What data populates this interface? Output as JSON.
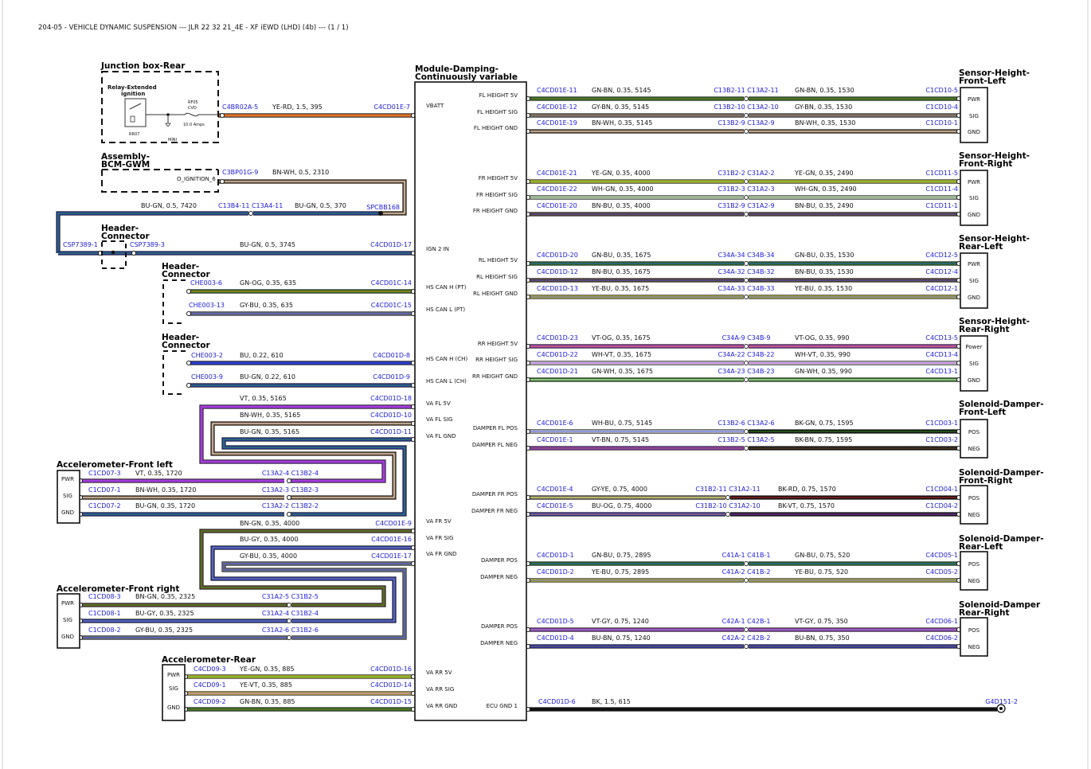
{
  "header": {
    "title": "204-05 - VEHICLE DYNAMIC SUSPENSION --- JLR 22 32 21_4E - XF iEWD (LHD) (4b) --- (1 / 1)"
  },
  "colors": {
    "BN": "#7a5430",
    "GN": "#2f8a1c",
    "YE": "#e6dd3a",
    "GY": "#8a8a8a",
    "WH": "#f4f4f4",
    "BU": "#2a3fd2",
    "VT": "#a43cde",
    "OG": "#e0742a",
    "RD": "#d02020",
    "BK": "#111111",
    "label_blue": "#1a1adf"
  },
  "module": {
    "title_line1": "Module-Damping-",
    "title_line2": "Continuously variable",
    "pins": [
      "VBATT",
      "IGN 2 IN",
      "HS CAN H (PT)",
      "HS CAN L (PT)",
      "HS CAN H (CH)",
      "HS CAN L (CH)",
      "VA FL 5V",
      "VA FL SIG",
      "VA FL GND",
      "VA FR 5V",
      "VA FR SIG",
      "VA FR GND",
      "VA RR 5V",
      "VA RR SIG",
      "VA RR GND",
      "FL HEIGHT 5V",
      "FL HEIGHT SIG",
      "FL HEIGHT GND",
      "FR HEIGHT 5V",
      "FR HEIGHT SIG",
      "FR HEIGHT GND",
      "RL HEIGHT 5V",
      "RL HEIGHT SIG",
      "RL HEIGHT GND",
      "RR HEIGHT 5V",
      "RR HEIGHT SIG",
      "RR HEIGHT GND",
      "DAMPER FL POS",
      "DAMPER FL NEG",
      "DAMPER FR POS",
      "DAMPER FR NEG",
      "DAMPER POS",
      "DAMPER NEG",
      "DAMPER POS",
      "DAMPER NEG",
      "ECU GND 1"
    ]
  },
  "left_components": {
    "junction_box": {
      "title": "Junction box-Rear",
      "relay_line1": "Relay-Extended",
      "relay_line2": "ignition",
      "relay_code": "RR07",
      "fuse_code": "RF05",
      "fuse_label": "CVD",
      "fuse_rating": "10.0 Amps",
      "mini": "MINI"
    },
    "bcm": {
      "title_line1": "Assembly-",
      "title_line2": "BCM-GWM",
      "pin": "O_IGNITION_6"
    },
    "header_connector_1": {
      "title_line1": "Header-",
      "title_line2": "Connector"
    },
    "header_connector_2": {
      "title_line1": "Header-",
      "title_line2": "Connector"
    },
    "header_connector_3": {
      "title_line1": "Header-",
      "title_line2": "Connector"
    },
    "accel_fl": {
      "title": "Accelerometer-Front left",
      "pins": [
        "PWR",
        "SIG",
        "GND"
      ]
    },
    "accel_fr": {
      "title": "Accelerometer-Front right",
      "pins": [
        "PWR",
        "SIG",
        "GND"
      ]
    },
    "accel_rear": {
      "title": "Accelerometer-Rear",
      "pins": [
        "PWR",
        "SIG",
        "GND"
      ]
    }
  },
  "left_wires": [
    {
      "from": "C4BR02A-5",
      "spec": "YE-RD, 1.5, 395",
      "to": "C4CD01E-7",
      "colors": [
        "OG"
      ]
    },
    {
      "from": "C3BP01G-9",
      "spec": "BN-WH, 0.5, 2310",
      "to": "",
      "colors": [
        "BN",
        "WH"
      ]
    },
    {
      "from": "",
      "spec": "BU-GN, 0.5, 7420",
      "to": "",
      "colors": [
        "BU",
        "GN"
      ]
    },
    {
      "from": "C13B4-11 C13A4-11",
      "spec": "BU-GN, 0.5, 370",
      "to": "SPCBB168",
      "colors": [
        "BU",
        "GN"
      ]
    },
    {
      "from": "CSP7389-1",
      "spec": "",
      "to": "CSP7389-3",
      "colors": [
        "BU",
        "GN"
      ]
    },
    {
      "from": "",
      "spec": "BU-GN, 0.5, 3745",
      "to": "C4CD01D-17",
      "colors": [
        "BU",
        "GN"
      ]
    },
    {
      "from": "CHE003-6",
      "spec": "GN-OG, 0.35, 635",
      "to": "C4CD01C-14",
      "colors": [
        "GN",
        "OG"
      ]
    },
    {
      "from": "CHE003-13",
      "spec": "GY-BU, 0.35, 635",
      "to": "C4CD01C-15",
      "colors": [
        "GY",
        "BU"
      ]
    },
    {
      "from": "CHE003-2",
      "spec": "BU, 0.22, 610",
      "to": "C4CD01D-8",
      "colors": [
        "BU"
      ]
    },
    {
      "from": "CHE003-9",
      "spec": "BU-GN, 0.22, 610",
      "to": "C4CD01D-9",
      "colors": [
        "BU",
        "GN"
      ]
    },
    {
      "from": "",
      "spec": "VT, 0.35, 5165",
      "to": "C4CD01D-18",
      "colors": [
        "VT"
      ]
    },
    {
      "from": "",
      "spec": "BN-WH, 0.35, 5165",
      "to": "C4CD01D-10",
      "colors": [
        "BN",
        "WH"
      ]
    },
    {
      "from": "",
      "spec": "BU-GN, 0.35, 5165",
      "to": "C4CD01D-11",
      "colors": [
        "BU",
        "GN"
      ]
    },
    {
      "from": "C1CD07-3",
      "spec": "VT, 0.35, 1720",
      "to": "C13A2-4 C13B2-4",
      "colors": [
        "VT"
      ]
    },
    {
      "from": "C1CD07-1",
      "spec": "BN-WH, 0.35, 1720",
      "to": "C13A2-3 C13B2-3",
      "colors": [
        "BN",
        "WH"
      ]
    },
    {
      "from": "C1CD07-2",
      "spec": "BU-GN, 0.35, 1720",
      "to": "C13A2-2 C13B2-2",
      "colors": [
        "BU",
        "GN"
      ]
    },
    {
      "from": "",
      "spec": "BN-GN, 0.35, 4000",
      "to": "C4CD01E-9",
      "colors": [
        "BN",
        "GN"
      ]
    },
    {
      "from": "",
      "spec": "BU-GY, 0.35, 4000",
      "to": "C4CD01E-16",
      "colors": [
        "BU",
        "GY"
      ]
    },
    {
      "from": "",
      "spec": "GY-BU, 0.35, 4000",
      "to": "C4CD01E-17",
      "colors": [
        "GY",
        "BU"
      ]
    },
    {
      "from": "C1CD08-3",
      "spec": "BN-GN, 0.35, 2325",
      "to": "C31A2-5 C31B2-5",
      "colors": [
        "BN",
        "GN"
      ]
    },
    {
      "from": "C1CD08-1",
      "spec": "BU-GY, 0.35, 2325",
      "to": "C31A2-4 C31B2-4",
      "colors": [
        "BU",
        "GY"
      ]
    },
    {
      "from": "C1CD08-2",
      "spec": "GY-BU, 0.35, 2325",
      "to": "C31A2-6 C31B2-6",
      "colors": [
        "GY",
        "BU"
      ]
    },
    {
      "from": "C4CD09-3",
      "spec": "YE-GN, 0.35, 885",
      "to": "C4CD01D-16",
      "colors": [
        "YE",
        "GN"
      ]
    },
    {
      "from": "C4CD09-1",
      "spec": "YE-VT, 0.35, 885",
      "to": "C4CD01D-14",
      "colors": [
        "YE",
        "VT"
      ]
    },
    {
      "from": "C4CD09-2",
      "spec": "GN-BN, 0.35, 885",
      "to": "C4CD01D-15",
      "colors": [
        "GN",
        "BN"
      ]
    }
  ],
  "right_wires": [
    {
      "c1": "C4CD01E-11",
      "spec1": "GN-BN, 0.35, 5145",
      "splice": "C13B2-11 C13A2-11",
      "spec2": "GN-BN, 0.35, 1530",
      "c2": "C1CD10-5"
    },
    {
      "c1": "C4CD01E-12",
      "spec1": "GY-BN, 0.35, 5145",
      "splice": "C13B2-10 C13A2-10",
      "spec2": "GY-BN, 0.35, 1530",
      "c2": "C1CD10-4"
    },
    {
      "c1": "C4CD01E-19",
      "spec1": "BN-WH, 0.35, 5145",
      "splice": "C13B2-9 C13A2-9",
      "spec2": "BN-WH, 0.35, 1530",
      "c2": "C1CD10-1"
    },
    {
      "c1": "C4CD01E-21",
      "spec1": "YE-GN, 0.35, 4000",
      "splice": "C31B2-2 C31A2-2",
      "spec2": "YE-GN, 0.35, 2490",
      "c2": "C1CD11-5"
    },
    {
      "c1": "C4CD01E-22",
      "spec1": "WH-GN, 0.35, 4000",
      "splice": "C31B2-3 C31A2-3",
      "spec2": "WH-GN, 0.35, 2490",
      "c2": "C1CD11-4"
    },
    {
      "c1": "C4CD01E-20",
      "spec1": "BN-BU, 0.35, 4000",
      "splice": "C31B2-9 C31A2-9",
      "spec2": "BN-BU, 0.35, 2490",
      "c2": "C1CD11-1"
    },
    {
      "c1": "C4CD01D-20",
      "spec1": "GN-BU, 0.35, 1675",
      "splice": "C34A-34 C34B-34",
      "spec2": "GN-BU, 0.35, 1530",
      "c2": "C4CD12-5"
    },
    {
      "c1": "C4CD01D-12",
      "spec1": "BN-BU, 0.35, 1675",
      "splice": "C34A-32 C34B-32",
      "spec2": "BN-BU, 0.35, 1530",
      "c2": "C4CD12-4"
    },
    {
      "c1": "C4CD01D-13",
      "spec1": "YE-BU, 0.35, 1675",
      "splice": "C34A-33 C34B-33",
      "spec2": "YE-BU, 0.35, 1530",
      "c2": "C4CD12-1"
    },
    {
      "c1": "C4CD01D-23",
      "spec1": "VT-OG, 0.35, 1675",
      "splice": "C34A-9 C34B-9",
      "spec2": "VT-OG, 0.35, 990",
      "c2": "C4CD13-5"
    },
    {
      "c1": "C4CD01D-22",
      "spec1": "WH-VT, 0.35, 1675",
      "splice": "C34A-22 C34B-22",
      "spec2": "WH-VT, 0.35, 990",
      "c2": "C4CD13-4"
    },
    {
      "c1": "C4CD01D-21",
      "spec1": "GN-WH, 0.35, 1675",
      "splice": "C34A-23 C34B-23",
      "spec2": "GN-WH, 0.35, 990",
      "c2": "C4CD13-1"
    },
    {
      "c1": "C4CD01E-6",
      "spec1": "WH-BU, 0.75, 5145",
      "splice": "C13B2-6 C13A2-6",
      "spec2": "BK-GN, 0.75, 1595",
      "c2": "C1CD03-1"
    },
    {
      "c1": "C4CD01E-1",
      "spec1": "VT-BN, 0.75, 5145",
      "splice": "C13B2-5 C13A2-5",
      "spec2": "BK-BN, 0.75, 1595",
      "c2": "C1CD03-2"
    },
    {
      "c1": "C4CD01E-4",
      "spec1": "GY-YE, 0.75, 4000",
      "splice": "C31B2-11 C31A2-11",
      "spec2": "BK-RD, 0.75, 1570",
      "c2": "C1CD04-1"
    },
    {
      "c1": "C4CD01E-5",
      "spec1": "BU-OG, 0.75, 4000",
      "splice": "C31B2-10 C31A2-10",
      "spec2": "BK-VT, 0.75, 1570",
      "c2": "C1CD04-2"
    },
    {
      "c1": "C4CD01D-1",
      "spec1": "GN-BU, 0.75, 2895",
      "splice": "C41A-1 C41B-1",
      "spec2": "GN-BU, 0.75, 520",
      "c2": "C4CD05-1"
    },
    {
      "c1": "C4CD01D-2",
      "spec1": "YE-BU, 0.75, 2895",
      "splice": "C41A-2 C41B-2",
      "spec2": "YE-BU, 0.75, 520",
      "c2": "C4CD05-2"
    },
    {
      "c1": "C4CD01D-5",
      "spec1": "VT-GY, 0.75, 1240",
      "splice": "C42A-1 C42B-1",
      "spec2": "VT-GY, 0.75, 350",
      "c2": "C4CD06-1"
    },
    {
      "c1": "C4CD01D-4",
      "spec1": "BU-BN, 0.75, 1240",
      "splice": "C42A-2 C42B-2",
      "spec2": "BU-BN, 0.75, 350",
      "c2": "C4CD06-2"
    },
    {
      "c1": "C4CD01D-6",
      "spec1": "BK, 1.5, 615",
      "splice": "",
      "spec2": "",
      "c2": "G4D151-2"
    }
  ],
  "sensors": [
    {
      "title_line1": "Sensor-Height-",
      "title_line2": "Front-Left",
      "pins": [
        "PWR",
        "SIG",
        "GND"
      ]
    },
    {
      "title_line1": "Sensor-Height-",
      "title_line2": "Front-Right",
      "pins": [
        "PWR",
        "SIG",
        "GND"
      ]
    },
    {
      "title_line1": "Sensor-Height-",
      "title_line2": "Rear-Left",
      "pins": [
        "PWR",
        "SIG",
        "GND"
      ]
    },
    {
      "title_line1": "Sensor-Height-",
      "title_line2": "Rear-Right",
      "pins": [
        "Power",
        "SIG",
        "GND"
      ]
    },
    {
      "title_line1": "Solenoid-Damper-",
      "title_line2": "Front-Left",
      "pins": [
        "POS",
        "NEG"
      ]
    },
    {
      "title_line1": "Solenoid-Damper-",
      "title_line2": "Front-Right",
      "pins": [
        "POS",
        "NEG"
      ]
    },
    {
      "title_line1": "Solenoid-Damper-",
      "title_line2": "Rear-Left",
      "pins": [
        "POS",
        "NEG"
      ]
    },
    {
      "title_line1": "Solenoid-Damper",
      "title_line2": "Rear-Right",
      "pins": [
        "POS",
        "NEG"
      ]
    }
  ]
}
